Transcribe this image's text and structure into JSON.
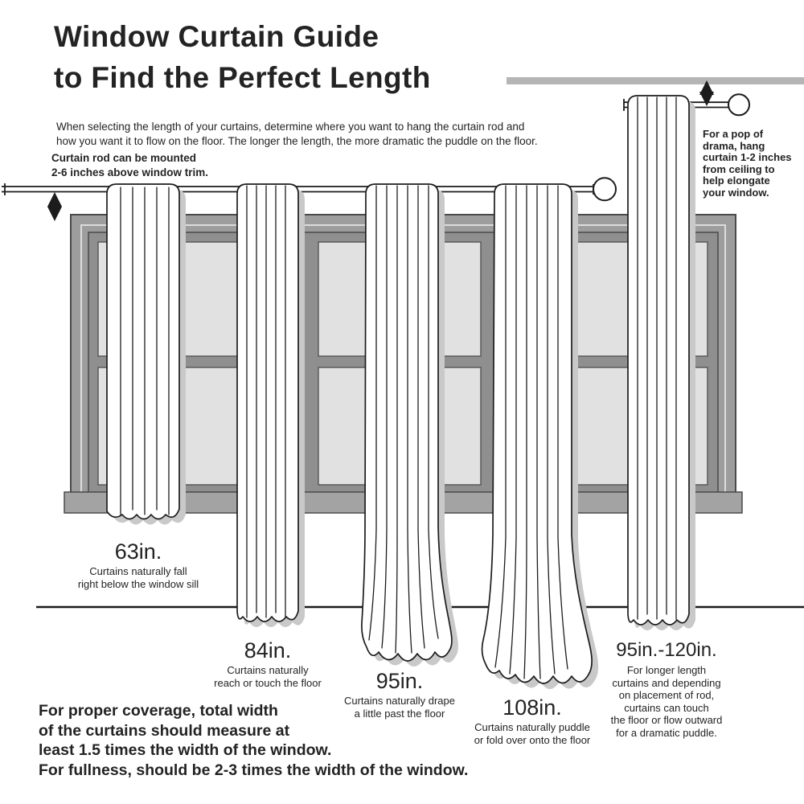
{
  "title": "Window Curtain Guide\nto Find the Perfect Length",
  "intro": "When selecting the length of your curtains, determine where you want to hang the curtain rod and\nhow you want it to flow on the floor. The longer the length, the more dramatic the puddle on the floor.",
  "rod_note": "Curtain rod can be mounted\n2-6 inches above window trim.",
  "ceiling_note": "For a pop of\ndrama, hang\ncurtain 1-2 inches\nfrom ceiling to\nhelp elongate\nyour window.",
  "curtains": [
    {
      "length": "63in.",
      "caption": "Curtains naturally fall\nright below the window sill"
    },
    {
      "length": "84in.",
      "caption": "Curtains naturally\nreach or touch the floor"
    },
    {
      "length": "95in.",
      "caption": "Curtains naturally drape\na little past the floor"
    },
    {
      "length": "108in.",
      "caption": "Curtains naturally puddle\nor fold over onto the floor"
    },
    {
      "length": "95in.-120in.",
      "caption": "For longer length\ncurtains and depending\non placement of rod,\ncurtains can touch\nthe floor or flow outward\nfor a dramatic puddle."
    }
  ],
  "footer": "For proper coverage, total width\nof the curtains should measure at\nleast 1.5 times the width of the window.\nFor fullness, should be 2-3 times the width of the window.",
  "icons": {
    "mount_arrow": "double-vertical-arrow",
    "ceiling_arrow": "double-vertical-arrow"
  },
  "colors": {
    "text": "#232323",
    "frame_gray": "#9d9d9d",
    "pane_gray": "#e1e1e1",
    "ceiling_gray": "#b5b5b5",
    "shadow_gray": "#c9c9c9"
  }
}
